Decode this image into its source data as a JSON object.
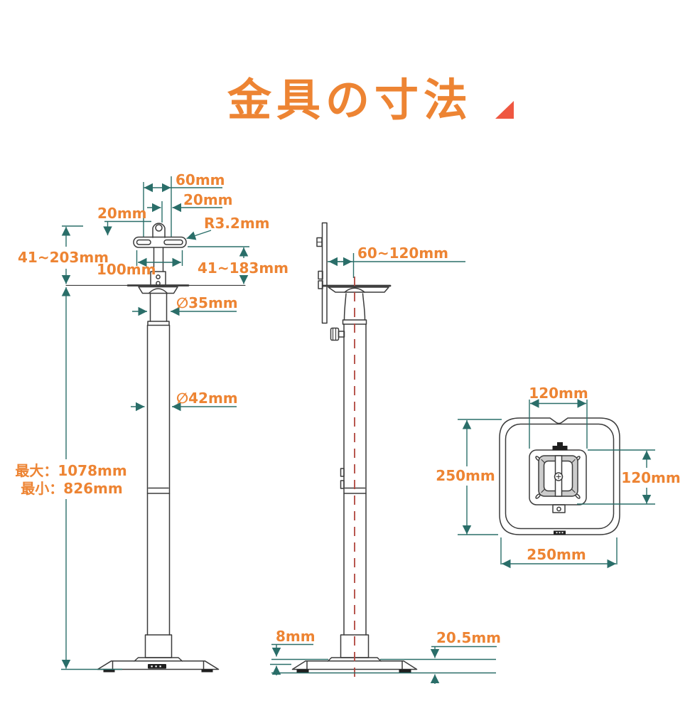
{
  "title": {
    "text": "金具の寸法"
  },
  "colors": {
    "accent_orange": "#ed8433",
    "dimension_teal": "#2a6e69",
    "centerline_red": "#b1463e",
    "outline_gray": "#3b3b3b",
    "triangle_red": "#ef5741",
    "background": "#ffffff"
  },
  "views": {
    "front": {
      "dims": {
        "top_width": "60mm",
        "slot_length": "20mm",
        "tab_offset": "20mm",
        "slot_radius": "R3.2mm",
        "mount_range_left": "41~203mm",
        "hole_spacing": "100mm",
        "mount_range_right": "41~183mm",
        "upper_pole_dia": "∅35mm",
        "lower_pole_dia": "∅42mm",
        "height_max": "最大：1078mm",
        "height_min": "最小：826mm"
      }
    },
    "side": {
      "dims": {
        "depth_range": "60~120mm",
        "plate_thickness": "8mm",
        "base_height": "20.5mm"
      }
    },
    "top": {
      "dims": {
        "plate_width": "120mm",
        "plate_height": "120mm",
        "base_width": "250mm",
        "base_depth": "250mm"
      }
    }
  }
}
